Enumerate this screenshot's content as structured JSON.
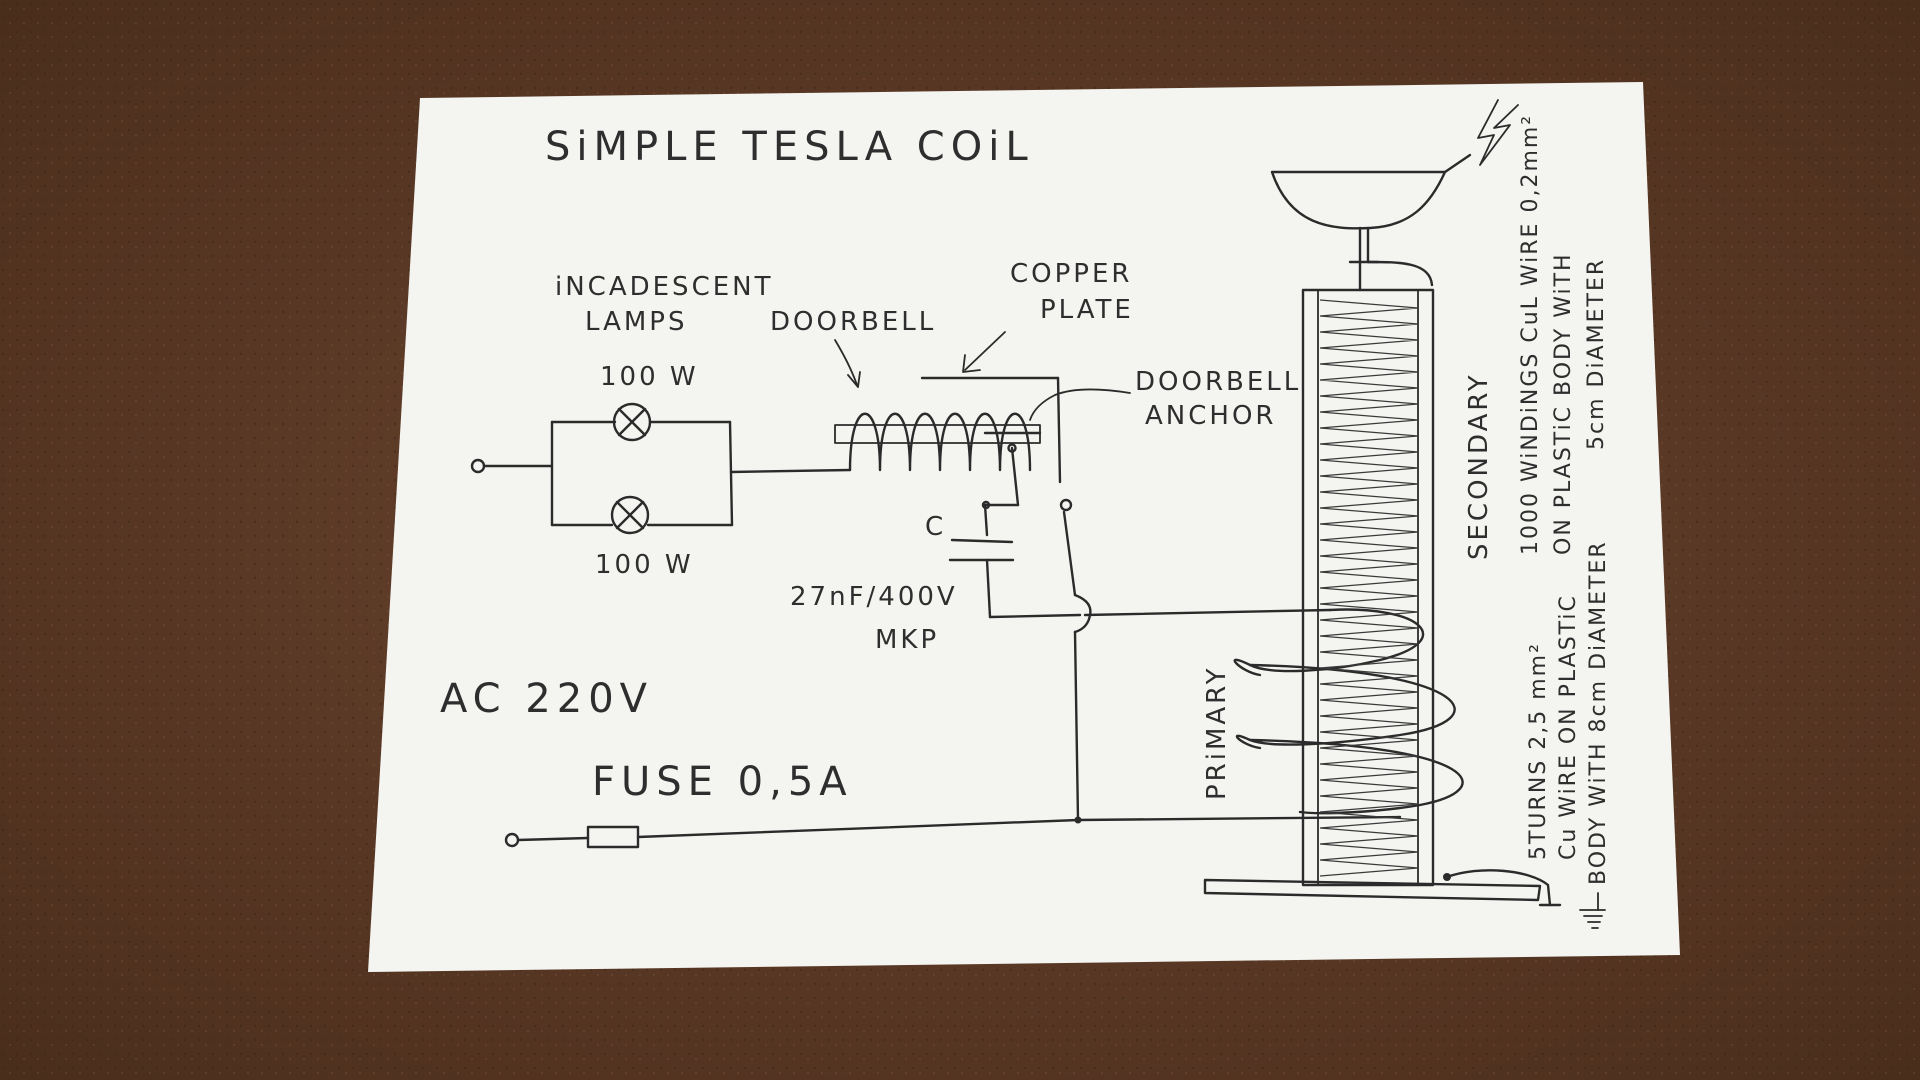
{
  "title": "SiMPLE TESLA COiL",
  "labels": {
    "lamps": [
      "iNCADESCENT",
      "LAMPS"
    ],
    "lamp_top_power": "100 W",
    "lamp_bottom_power": "100 W",
    "doorbell": "DOORBELL",
    "copper_plate": [
      "COPPER",
      "PLATE"
    ],
    "doorbell_anchor": [
      "DOORBELL",
      "ANCHOR"
    ],
    "capacitor": "C",
    "capacitor_value": "27nF/400V",
    "capacitor_type": "MKP",
    "supply": "AC 220V",
    "fuse": "FUSE 0,5A",
    "primary": "PRiMARY",
    "primary_spec": [
      "5TURNS 2,5 mm²",
      "Cu WiRE ON PLASTiC",
      "BODY WiTH 8cm DiAMETER"
    ],
    "secondary": "SECONDARY",
    "secondary_spec": [
      "1000 WiNDiNGS CuL WiRE 0,2mm²",
      "ON PLASTiC BODY WiTH",
      "5cm DiAMETER"
    ]
  },
  "colors": {
    "paper": "#f4f4f1",
    "ink": "#2b2b2b",
    "background": "#5a3a25"
  }
}
